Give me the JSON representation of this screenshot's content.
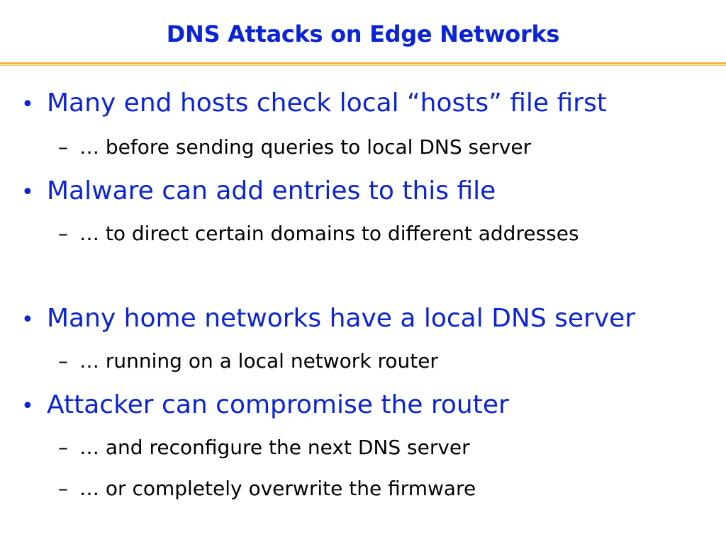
{
  "slide": {
    "title": "DNS Attacks on Edge Networks",
    "bullet_marker": "•",
    "sub_marker": "–",
    "items": [
      {
        "text": "Many end hosts check local “hosts” file first",
        "sub": [
          "… before sending queries to local DNS server"
        ]
      },
      {
        "text": "Malware can add entries to this file",
        "sub": [
          "… to direct certain domains to different addresses"
        ]
      },
      {
        "text": "Many home networks have a local DNS server",
        "sub": [
          "… running on a local network router"
        ]
      },
      {
        "text": "Attacker can compromise the router",
        "sub": [
          "… and reconfigure the next DNS server",
          "… or completely overwrite the firmware"
        ]
      }
    ]
  },
  "colors": {
    "title": "#0b24d6",
    "bullet_text": "#0b24d6",
    "sub_text": "#000000",
    "rule": "#f2b233"
  }
}
